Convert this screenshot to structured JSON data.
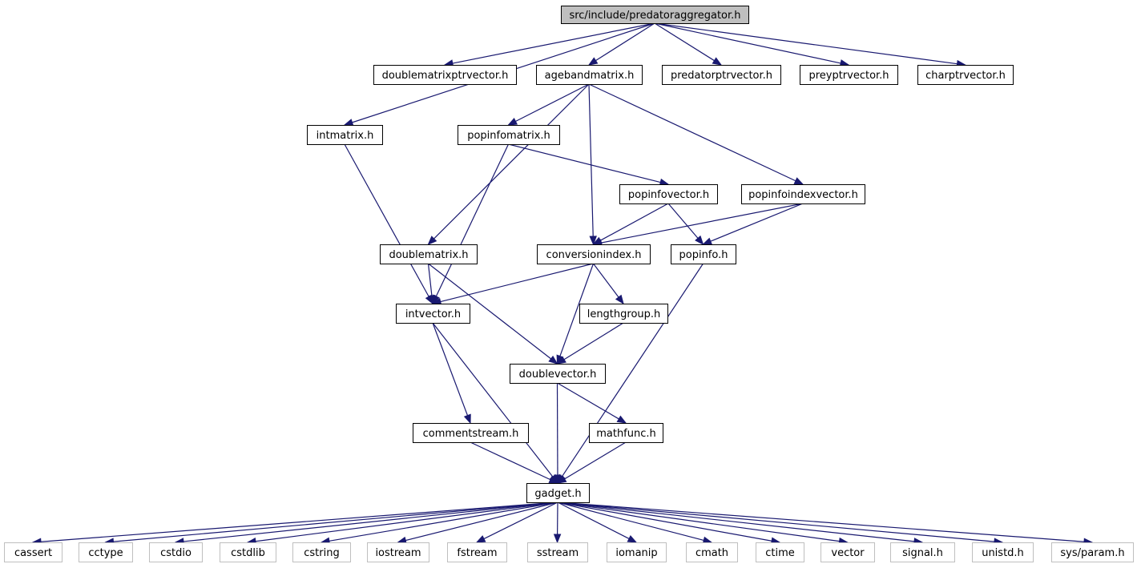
{
  "nodes": [
    {
      "id": "root",
      "label": "src/include/predatoraggregator.h",
      "kind": "root"
    },
    {
      "id": "doublematrixptrvector",
      "label": "doublematrixptrvector.h",
      "kind": "file"
    },
    {
      "id": "agebandmatrix",
      "label": "agebandmatrix.h",
      "kind": "file"
    },
    {
      "id": "predatorptrvector",
      "label": "predatorptrvector.h",
      "kind": "file"
    },
    {
      "id": "preyptrvector",
      "label": "preyptrvector.h",
      "kind": "file"
    },
    {
      "id": "charptrvector",
      "label": "charptrvector.h",
      "kind": "file"
    },
    {
      "id": "intmatrix",
      "label": "intmatrix.h",
      "kind": "file"
    },
    {
      "id": "popinfomatrix",
      "label": "popinfomatrix.h",
      "kind": "file"
    },
    {
      "id": "popinfovector",
      "label": "popinfovector.h",
      "kind": "file"
    },
    {
      "id": "popinfoindexvector",
      "label": "popinfoindexvector.h",
      "kind": "file"
    },
    {
      "id": "doublematrix",
      "label": "doublematrix.h",
      "kind": "file"
    },
    {
      "id": "conversionindex",
      "label": "conversionindex.h",
      "kind": "file"
    },
    {
      "id": "popinfo",
      "label": "popinfo.h",
      "kind": "file"
    },
    {
      "id": "intvector",
      "label": "intvector.h",
      "kind": "file"
    },
    {
      "id": "lengthgroup",
      "label": "lengthgroup.h",
      "kind": "file"
    },
    {
      "id": "doublevector",
      "label": "doublevector.h",
      "kind": "file"
    },
    {
      "id": "commentstream",
      "label": "commentstream.h",
      "kind": "file"
    },
    {
      "id": "mathfunc",
      "label": "mathfunc.h",
      "kind": "file"
    },
    {
      "id": "gadget",
      "label": "gadget.h",
      "kind": "file"
    },
    {
      "id": "cassert",
      "label": "cassert",
      "kind": "system"
    },
    {
      "id": "cctype",
      "label": "cctype",
      "kind": "system"
    },
    {
      "id": "cstdio",
      "label": "cstdio",
      "kind": "system"
    },
    {
      "id": "cstdlib",
      "label": "cstdlib",
      "kind": "system"
    },
    {
      "id": "cstring",
      "label": "cstring",
      "kind": "system"
    },
    {
      "id": "iostream",
      "label": "iostream",
      "kind": "system"
    },
    {
      "id": "fstream",
      "label": "fstream",
      "kind": "system"
    },
    {
      "id": "sstream",
      "label": "sstream",
      "kind": "system"
    },
    {
      "id": "iomanip",
      "label": "iomanip",
      "kind": "system"
    },
    {
      "id": "cmath",
      "label": "cmath",
      "kind": "system"
    },
    {
      "id": "ctime",
      "label": "ctime",
      "kind": "system"
    },
    {
      "id": "vector",
      "label": "vector",
      "kind": "system"
    },
    {
      "id": "signal",
      "label": "signal.h",
      "kind": "system"
    },
    {
      "id": "unistd",
      "label": "unistd.h",
      "kind": "system"
    },
    {
      "id": "sysparam",
      "label": "sys/param.h",
      "kind": "system"
    }
  ],
  "edges": [
    [
      "root",
      "intmatrix"
    ],
    [
      "root",
      "doublematrixptrvector"
    ],
    [
      "root",
      "agebandmatrix"
    ],
    [
      "root",
      "predatorptrvector"
    ],
    [
      "root",
      "preyptrvector"
    ],
    [
      "root",
      "charptrvector"
    ],
    [
      "agebandmatrix",
      "popinfomatrix"
    ],
    [
      "agebandmatrix",
      "doublematrix"
    ],
    [
      "agebandmatrix",
      "conversionindex"
    ],
    [
      "agebandmatrix",
      "popinfoindexvector"
    ],
    [
      "intmatrix",
      "intvector"
    ],
    [
      "popinfomatrix",
      "popinfovector"
    ],
    [
      "popinfomatrix",
      "intvector"
    ],
    [
      "popinfovector",
      "conversionindex"
    ],
    [
      "popinfovector",
      "popinfo"
    ],
    [
      "popinfoindexvector",
      "conversionindex"
    ],
    [
      "popinfoindexvector",
      "popinfo"
    ],
    [
      "doublematrix",
      "intvector"
    ],
    [
      "doublematrix",
      "doublevector"
    ],
    [
      "conversionindex",
      "intvector"
    ],
    [
      "conversionindex",
      "doublevector"
    ],
    [
      "conversionindex",
      "lengthgroup"
    ],
    [
      "popinfo",
      "gadget"
    ],
    [
      "intvector",
      "commentstream"
    ],
    [
      "intvector",
      "gadget"
    ],
    [
      "lengthgroup",
      "doublevector"
    ],
    [
      "doublevector",
      "gadget"
    ],
    [
      "doublevector",
      "mathfunc"
    ],
    [
      "commentstream",
      "gadget"
    ],
    [
      "mathfunc",
      "gadget"
    ],
    [
      "gadget",
      "cassert"
    ],
    [
      "gadget",
      "cctype"
    ],
    [
      "gadget",
      "cstdio"
    ],
    [
      "gadget",
      "cstdlib"
    ],
    [
      "gadget",
      "cstring"
    ],
    [
      "gadget",
      "iostream"
    ],
    [
      "gadget",
      "fstream"
    ],
    [
      "gadget",
      "sstream"
    ],
    [
      "gadget",
      "iomanip"
    ],
    [
      "gadget",
      "cmath"
    ],
    [
      "gadget",
      "ctime"
    ],
    [
      "gadget",
      "vector"
    ],
    [
      "gadget",
      "signal"
    ],
    [
      "gadget",
      "unistd"
    ],
    [
      "gadget",
      "sysparam"
    ]
  ],
  "colors": {
    "edge": "#191970",
    "root_fill": "#bfbfbf",
    "node_border": "#000000",
    "system_border": "#bfbfbf",
    "background": "#ffffff"
  }
}
